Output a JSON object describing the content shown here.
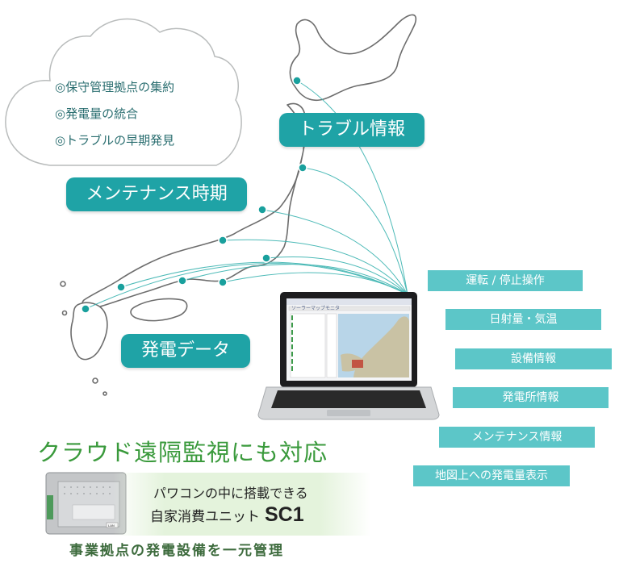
{
  "cloud": {
    "items": [
      "◎保守管理拠点の集約",
      "◎発電量の統合",
      "◎トラブルの早期発見"
    ]
  },
  "map_tags": {
    "trouble": "トラブル情報",
    "maintenance": "メンテナンス時期",
    "generation": "発電データ"
  },
  "feature_tags": [
    "運転 / 停止操作",
    "日射量・気温",
    "設備情報",
    "発電所情報",
    "メンテナンス情報",
    "地図上への発電量表示"
  ],
  "headline": "クラウド遠隔監視にも対応",
  "device": {
    "line1": "パワコンの中に搭載できる",
    "line2": "自家消費ユニット",
    "model": "SC1",
    "panel_label": "LAN"
  },
  "footer": "事業拠点の発電設備を一元管理",
  "screen": {
    "title": "ソーラーマップモニタ"
  },
  "colors": {
    "teal_tag": "#1fa3a6",
    "light_teal_tag": "#5cc6c8",
    "headline_green": "#3a9a3c"
  }
}
